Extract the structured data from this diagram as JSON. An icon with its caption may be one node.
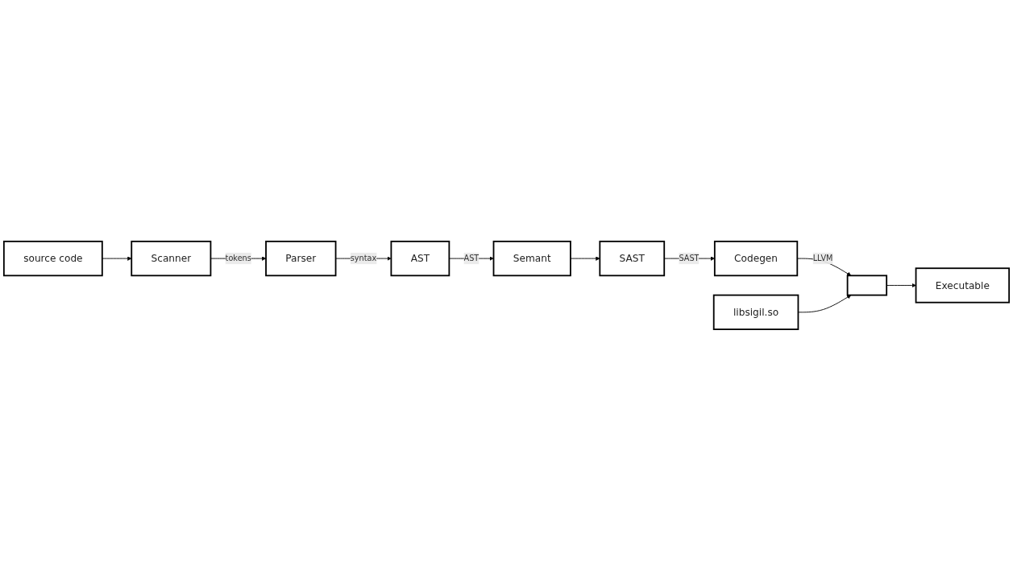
{
  "diagram": {
    "nodes": [
      {
        "text": [
          "source code"
        ]
      },
      {
        "text": [
          "Scanner"
        ]
      },
      {
        "text": [
          "Parser"
        ]
      },
      {
        "text": [
          "AST"
        ]
      },
      {
        "text": [
          "Semant"
        ]
      },
      {
        "text": [
          "Executable"
        ]
      },
      {
        "text": [],
        "shape": "box"
      },
      {
        "text": [
          "Codegen"
        ]
      },
      {
        "text": [
          "SAST"
        ]
      },
      {
        "text": [
          "libsigil.so"
        ]
      }
    ],
    "edges": [
      {
        "from": 0,
        "to": 1,
        "arrow": "to"
      },
      {
        "from": 1,
        "to": 2,
        "label": "tokens",
        "arrow": "to"
      },
      {
        "from": 2,
        "to": 3,
        "label": "syntax",
        "arrow": "to"
      },
      {
        "from": 3,
        "to": 4,
        "label": "AST",
        "arrow": "to"
      },
      {
        "from": 4,
        "to": 8,
        "arrow": "to"
      },
      {
        "from": 8,
        "to": 7,
        "label": "SAST",
        "arrow": "to"
      },
      {
        "from": 7,
        "to": 6,
        "label": "LLVM",
        "arrow": "to"
      },
      {
        "from": 6,
        "to": 5,
        "arrow": "to"
      },
      {
        "from": 9,
        "to": 6,
        "arrow": "to"
      }
    ]
  }
}
